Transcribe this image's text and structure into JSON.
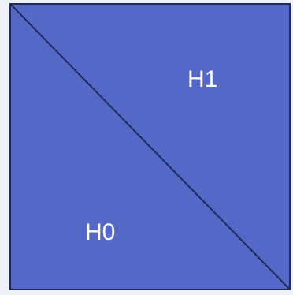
{
  "diagram": {
    "regions": [
      {
        "id": "h0",
        "label": "H0"
      },
      {
        "id": "h1",
        "label": "H1"
      }
    ],
    "colors": {
      "fill": "#5468c8",
      "stroke": "#1f2a5c",
      "background": "#eef1f6",
      "label": "#ffffff"
    }
  }
}
